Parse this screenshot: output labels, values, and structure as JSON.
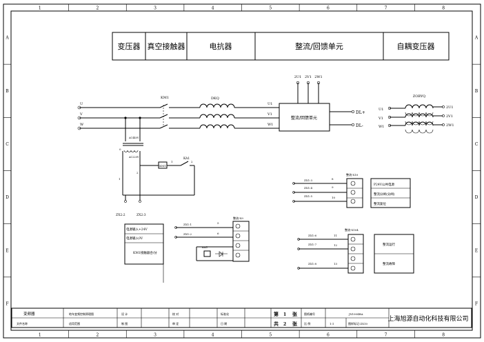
{
  "frame": {
    "columns": [
      "1",
      "2",
      "3",
      "4",
      "5",
      "6",
      "7",
      "8"
    ],
    "rows": [
      "A",
      "B",
      "C",
      "D",
      "E",
      "F"
    ]
  },
  "header_blocks": [
    "变压器",
    "真空接触器",
    "电抗器",
    "整流/回馈单元",
    "自耦变压器"
  ],
  "main_circuit": {
    "phases_in": [
      "U",
      "V",
      "W"
    ],
    "contactor": "KM1",
    "reactor": "DKQ",
    "reactor_out": [
      "U1",
      "V1",
      "W1"
    ],
    "unit_label": "整流/回馈单元",
    "unit_top": [
      "2U1",
      "2V1",
      "2W1"
    ],
    "dc_out": [
      "DL+",
      "DL-"
    ],
    "autotransformer": "ZOBYQ",
    "auto_in": [
      "U1",
      "V1",
      "W1"
    ],
    "auto_out": [
      "2U1",
      "2V1",
      "2W1"
    ]
  },
  "control_transformer": {
    "primary": "AC440V",
    "secondary": "AC220V",
    "wire_1": "1",
    "wire_2": "2",
    "wire_0": "0",
    "coil": "KM1",
    "ka_contact": "KA1",
    "pin_1": "1",
    "pin_2": "2",
    "terminals": [
      "ZX2:2",
      "ZX2:3"
    ]
  },
  "x10": {
    "title": "整流-X10",
    "terminals": [
      "ZX1:3",
      "ZX1:4",
      "ZX1:5"
    ],
    "wires": [
      "8",
      "9",
      "10"
    ],
    "labels": [
      "P24V公共电源",
      "整流分闸(分闸)",
      "整流复位"
    ]
  },
  "x9": {
    "title": "整流-X9",
    "terminals": [
      "ZX1:1",
      "ZX1:2"
    ],
    "wires": [
      "5",
      "6"
    ],
    "relay": "KA1",
    "labels": [
      "电源输入+24V",
      "电源输入0V",
      "KM1接触器合/分"
    ]
  },
  "x104": {
    "title": "整流-X104",
    "terminals": [
      "ZX1:6",
      "ZX1:7",
      "ZX1:8"
    ],
    "wires": [
      "11",
      "12",
      "13"
    ],
    "labels": [
      "整流运行",
      "整流故障"
    ]
  },
  "title_block": {
    "r1": [
      "变频器",
      "地车变频控制原理图",
      "设 计",
      "",
      "校 对",
      "",
      "标准化",
      "",
      "第",
      "1",
      "张",
      "图纸编号",
      "JX1004BA"
    ],
    "r2": [
      "文件名称",
      "适用范围",
      "制 图",
      "",
      "审 定",
      "",
      "日 期",
      "",
      "共",
      "2",
      "张",
      "比 例",
      "1:1",
      "图样标记:ZX10"
    ],
    "company": "上海旭源自动化科技有限公司"
  }
}
